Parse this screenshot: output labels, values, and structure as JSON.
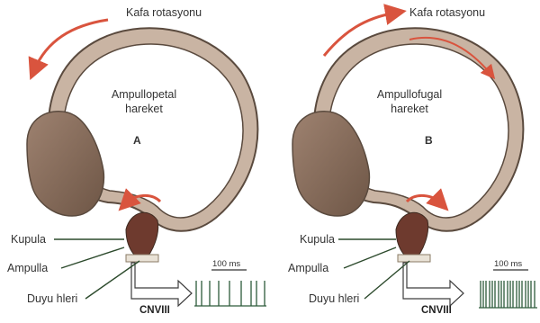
{
  "panels": [
    {
      "id": "A",
      "head_rotation": "Kafa rotasyonu",
      "movement": [
        "Ampullopetal",
        "hareket"
      ],
      "letter": "A",
      "labels": {
        "cupula": "Kupula",
        "ampulla": "Ampulla",
        "hair_cells": "Duyu hleri",
        "nerve": "CNVIII"
      },
      "scale_label": "100 ms",
      "firing": "decreased"
    },
    {
      "id": "B",
      "head_rotation": "Kafa rotasyonu",
      "movement": [
        "Ampullofugal",
        "hareket"
      ],
      "letter": "B",
      "labels": {
        "cupula": "Kupula",
        "ampulla": "Ampulla",
        "hair_cells": "Duyu hleri",
        "nerve": "CNVIII"
      },
      "scale_label": "100 ms",
      "firing": "increased"
    }
  ],
  "colors": {
    "canal_outer": "#8a7565",
    "canal_fill": "#c9b4a3",
    "canal_inner_edge": "#5a4a3e",
    "arrow_red": "#d9543e",
    "spike": "#2d5a3a",
    "label_line": "#2c4a2c"
  }
}
